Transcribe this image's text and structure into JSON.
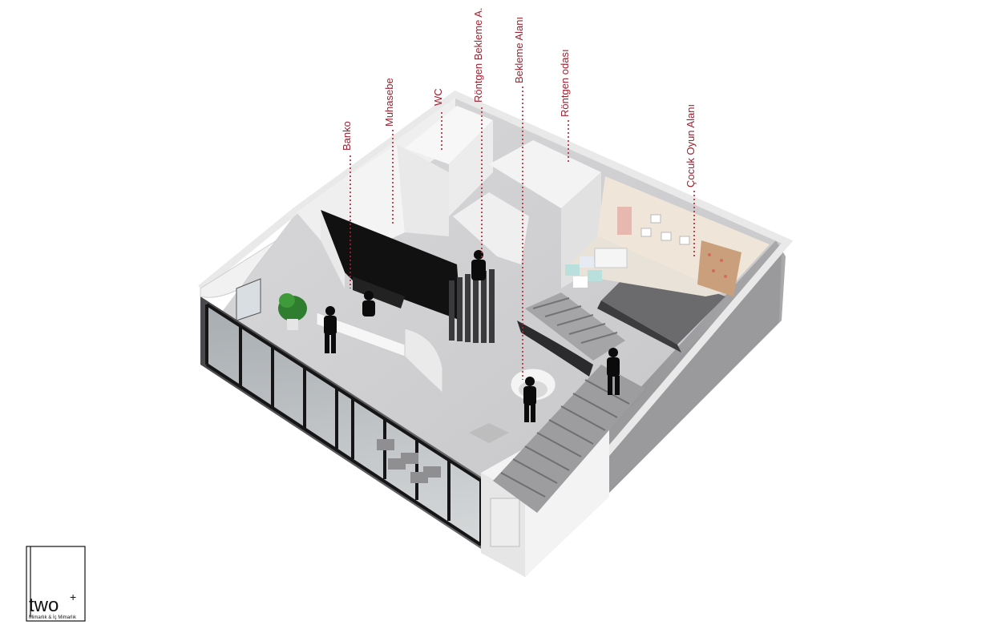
{
  "labels": {
    "banko": "Banko",
    "muhasebe": "Muhasebe",
    "wc": "WC",
    "rontgen_bekleme": "Röntgen Bekleme A.",
    "bekleme_alani": "Bekleme Alanı",
    "rontgen_odasi": "Röntgen odası",
    "cocuk_oyun": "Çocuk Oyun Alanı"
  },
  "logo": {
    "mark": "two",
    "superscript": "+",
    "subtitle": "Mimarlık & İç Mimarlık"
  },
  "colors": {
    "label": "#9b2230",
    "leader": "#b3202f",
    "wall_dark": "#7d7d80",
    "floor": "#cfcfd1",
    "top_edge": "#f2f2f2"
  }
}
